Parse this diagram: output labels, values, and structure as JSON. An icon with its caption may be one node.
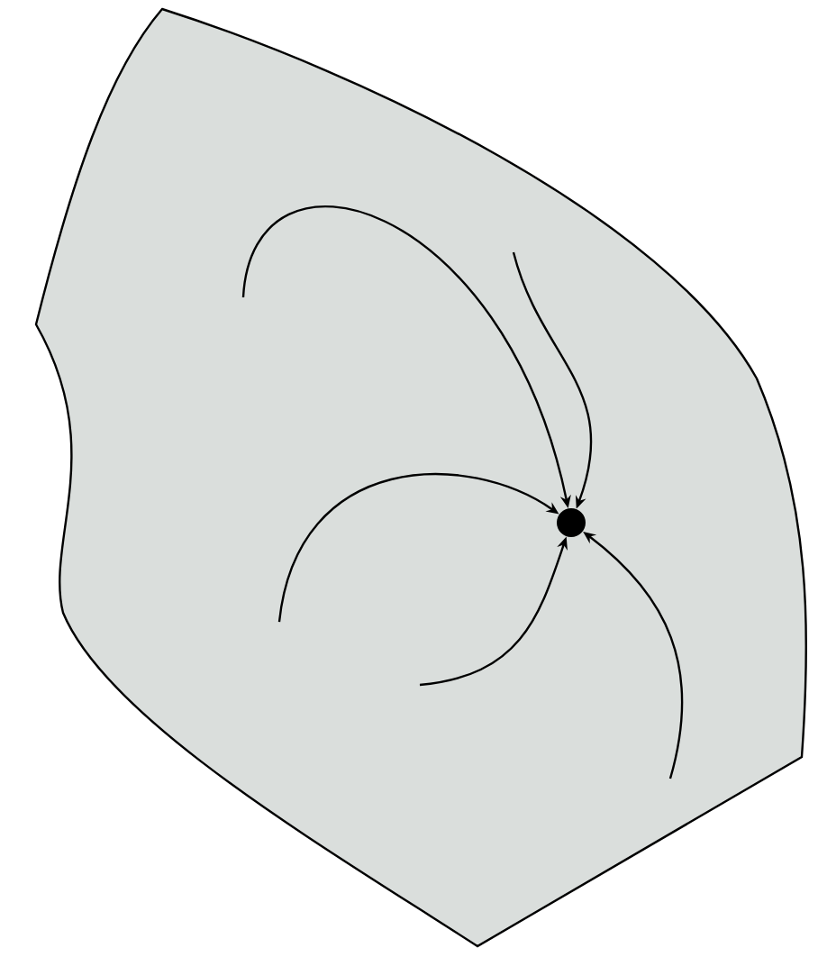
{
  "diagram": {
    "nodes": [
      {
        "text": [],
        "shape": "blob"
      },
      {
        "text": [],
        "shape": "circle",
        "in": 0
      }
    ],
    "edges": [
      {
        "from": null,
        "to": 1,
        "arrow": "to"
      },
      {
        "from": null,
        "to": 1,
        "arrow": "to"
      },
      {
        "from": null,
        "to": 1,
        "arrow": "to"
      },
      {
        "from": null,
        "to": 1,
        "arrow": "to"
      },
      {
        "from": null,
        "to": 1,
        "arrow": "to"
      }
    ]
  }
}
